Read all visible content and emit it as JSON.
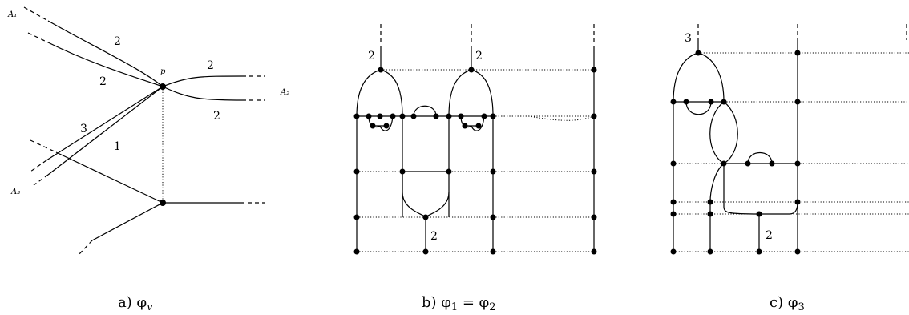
{
  "panel_a": {
    "labels": {
      "A1": "A₁",
      "A2": "A₂",
      "A3": "A₃",
      "p": "p"
    },
    "weights": [
      "2",
      "2",
      "2",
      "2",
      "3",
      "1"
    ],
    "caption": "a) φ_v"
  },
  "panel_b": {
    "weights": [
      "2",
      "2",
      "2"
    ],
    "caption": "b) φ_1 = φ_2"
  },
  "panel_c": {
    "weights": [
      "3",
      "2"
    ],
    "caption": "c) φ_3"
  }
}
